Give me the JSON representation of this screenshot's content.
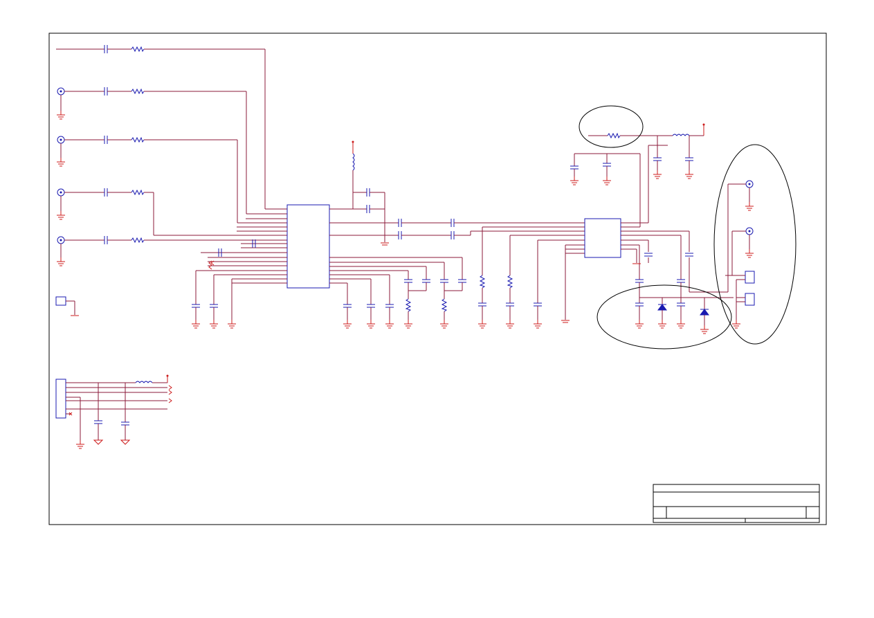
{
  "sheet": {
    "title_block": {
      "row1": "",
      "row2": "",
      "row3_left": "",
      "row3_mid": "",
      "row3_right": "",
      "row4_left": "",
      "row4_right": ""
    }
  },
  "colors": {
    "wire": "#8b1a3a",
    "component": "#1a1ab0",
    "ground_power": "#cc1a1a",
    "frame": "#000000"
  },
  "symbols": {
    "chips": [
      "input-ic",
      "output-ic"
    ],
    "connectors": [
      "rca-jack",
      "header-connector",
      "screw-terminal"
    ],
    "passives": [
      "capacitor",
      "resistor",
      "inductor",
      "diode"
    ]
  }
}
